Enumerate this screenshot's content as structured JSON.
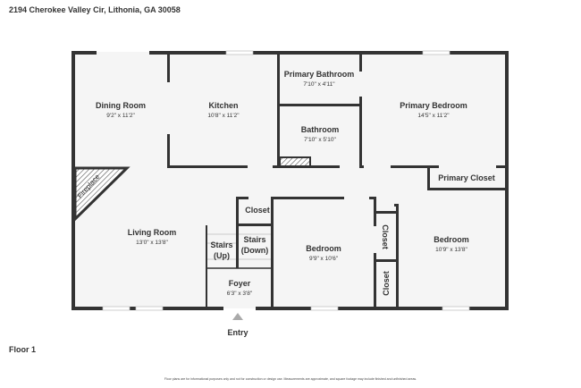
{
  "address": "2194 Cherokee Valley Cir, Lithonia, GA 30058",
  "floor_label": "Floor 1",
  "entry_label": "Entry",
  "disclaimer": "Floor plans are for informational purposes only and not for construction or design use. Measurements are approximate, and square footage may include finished and unfinished areas.",
  "colors": {
    "wall": "#333333",
    "floor": "#f5f5f5",
    "entry_marker": "#aaaaaa"
  },
  "rooms": {
    "dining": {
      "name": "Dining Room",
      "dims": "9'2\" x 11'2\""
    },
    "kitchen": {
      "name": "Kitchen",
      "dims": "10'8\" x 11'2\""
    },
    "primary_bath": {
      "name": "Primary Bathroom",
      "dims": "7'10\" x 4'11\""
    },
    "bath": {
      "name": "Bathroom",
      "dims": "7'10\" x 5'10\""
    },
    "primary_bed": {
      "name": "Primary Bedroom",
      "dims": "14'5\" x 11'2\""
    },
    "primary_closet": {
      "name": "Primary Closet"
    },
    "fireplace": {
      "name": "Fireplace"
    },
    "living": {
      "name": "Living Room",
      "dims": "13'0\" x 13'8\""
    },
    "closet_hall": {
      "name": "Closet"
    },
    "stairs_up": {
      "name": "Stairs",
      "sub": "(Up)"
    },
    "stairs_down": {
      "name": "Stairs",
      "sub": "(Down)"
    },
    "foyer": {
      "name": "Foyer",
      "dims": "6'3\" x 3'8\""
    },
    "bedroom1": {
      "name": "Bedroom",
      "dims": "9'9\" x 10'6\""
    },
    "closet_a": {
      "name": "Closet"
    },
    "closet_b": {
      "name": "Closet"
    },
    "bedroom2": {
      "name": "Bedroom",
      "dims": "10'9\" x 13'8\""
    }
  }
}
